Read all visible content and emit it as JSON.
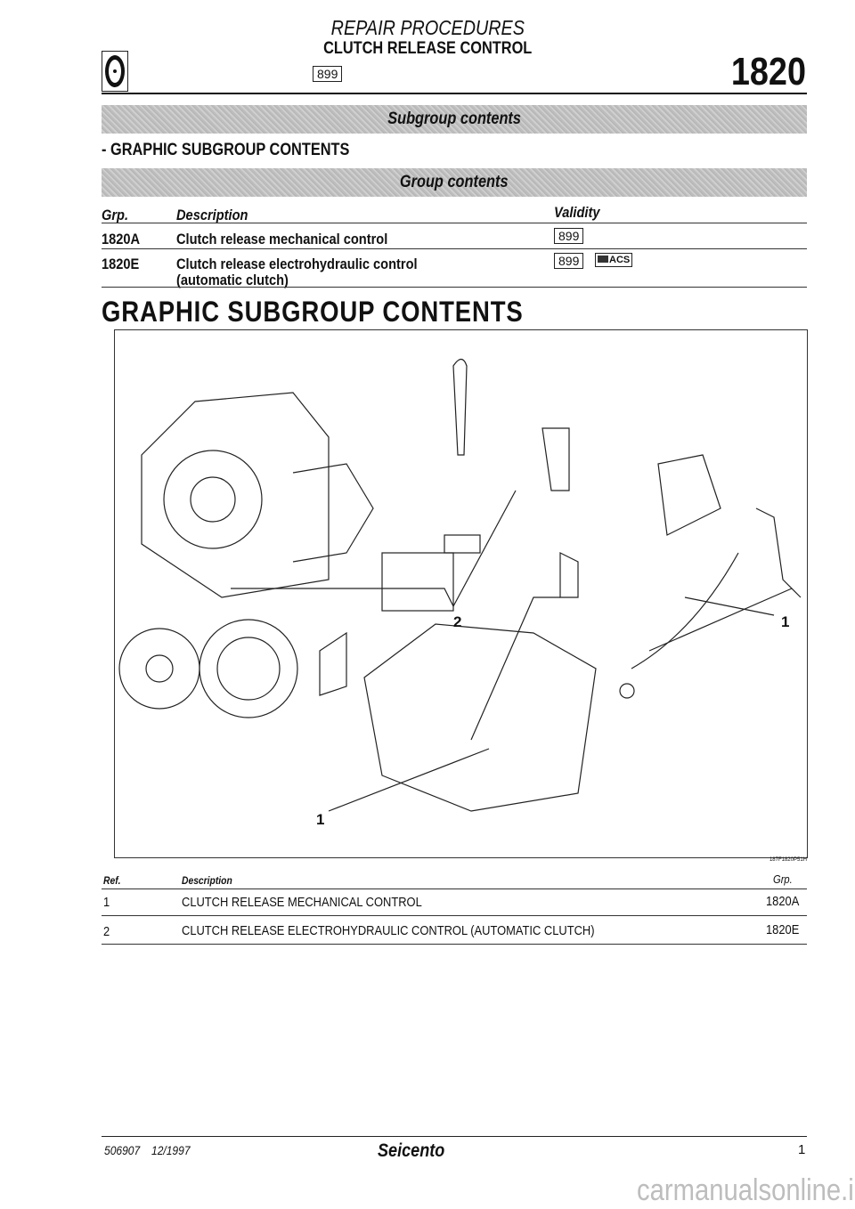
{
  "header": {
    "section": "REPAIR PROCEDURES",
    "title": "CLUTCH RELEASE CONTROL",
    "model_badge": "899",
    "group_number": "1820"
  },
  "subgroup_band": "Subgroup contents",
  "subgroup_item": "- GRAPHIC SUBGROUP CONTENTS",
  "group_band": "Group contents",
  "group_table": {
    "headers": {
      "grp": "Grp.",
      "description": "Description",
      "validity": "Validity"
    },
    "rows": [
      {
        "grp": "1820A",
        "description": "Clutch release mechanical control",
        "description2": "",
        "validity": "899",
        "extra": ""
      },
      {
        "grp": "1820E",
        "description": "Clutch release electrohydraulic control",
        "description2": "(automatic clutch)",
        "validity": "899",
        "extra": "ACS"
      }
    ]
  },
  "graphic_title": "GRAPHIC SUBGROUP CONTENTS",
  "figure": {
    "callouts": [
      "2",
      "1",
      "1"
    ],
    "code": "187F1820P51H"
  },
  "ref_table": {
    "headers": {
      "ref": "Ref.",
      "description": "Description",
      "grp": "Grp."
    },
    "rows": [
      {
        "ref": "1",
        "description": "CLUTCH RELEASE MECHANICAL CONTROL",
        "grp": "1820A"
      },
      {
        "ref": "2",
        "description": "CLUTCH RELEASE ELECTROHYDRAULIC CONTROL (AUTOMATIC CLUTCH)",
        "grp": "1820E"
      }
    ]
  },
  "footer": {
    "doc_number": "506907",
    "date": "12/1997",
    "brand": "Seicento",
    "page": "1"
  },
  "watermark": "carmanualsonline.info"
}
